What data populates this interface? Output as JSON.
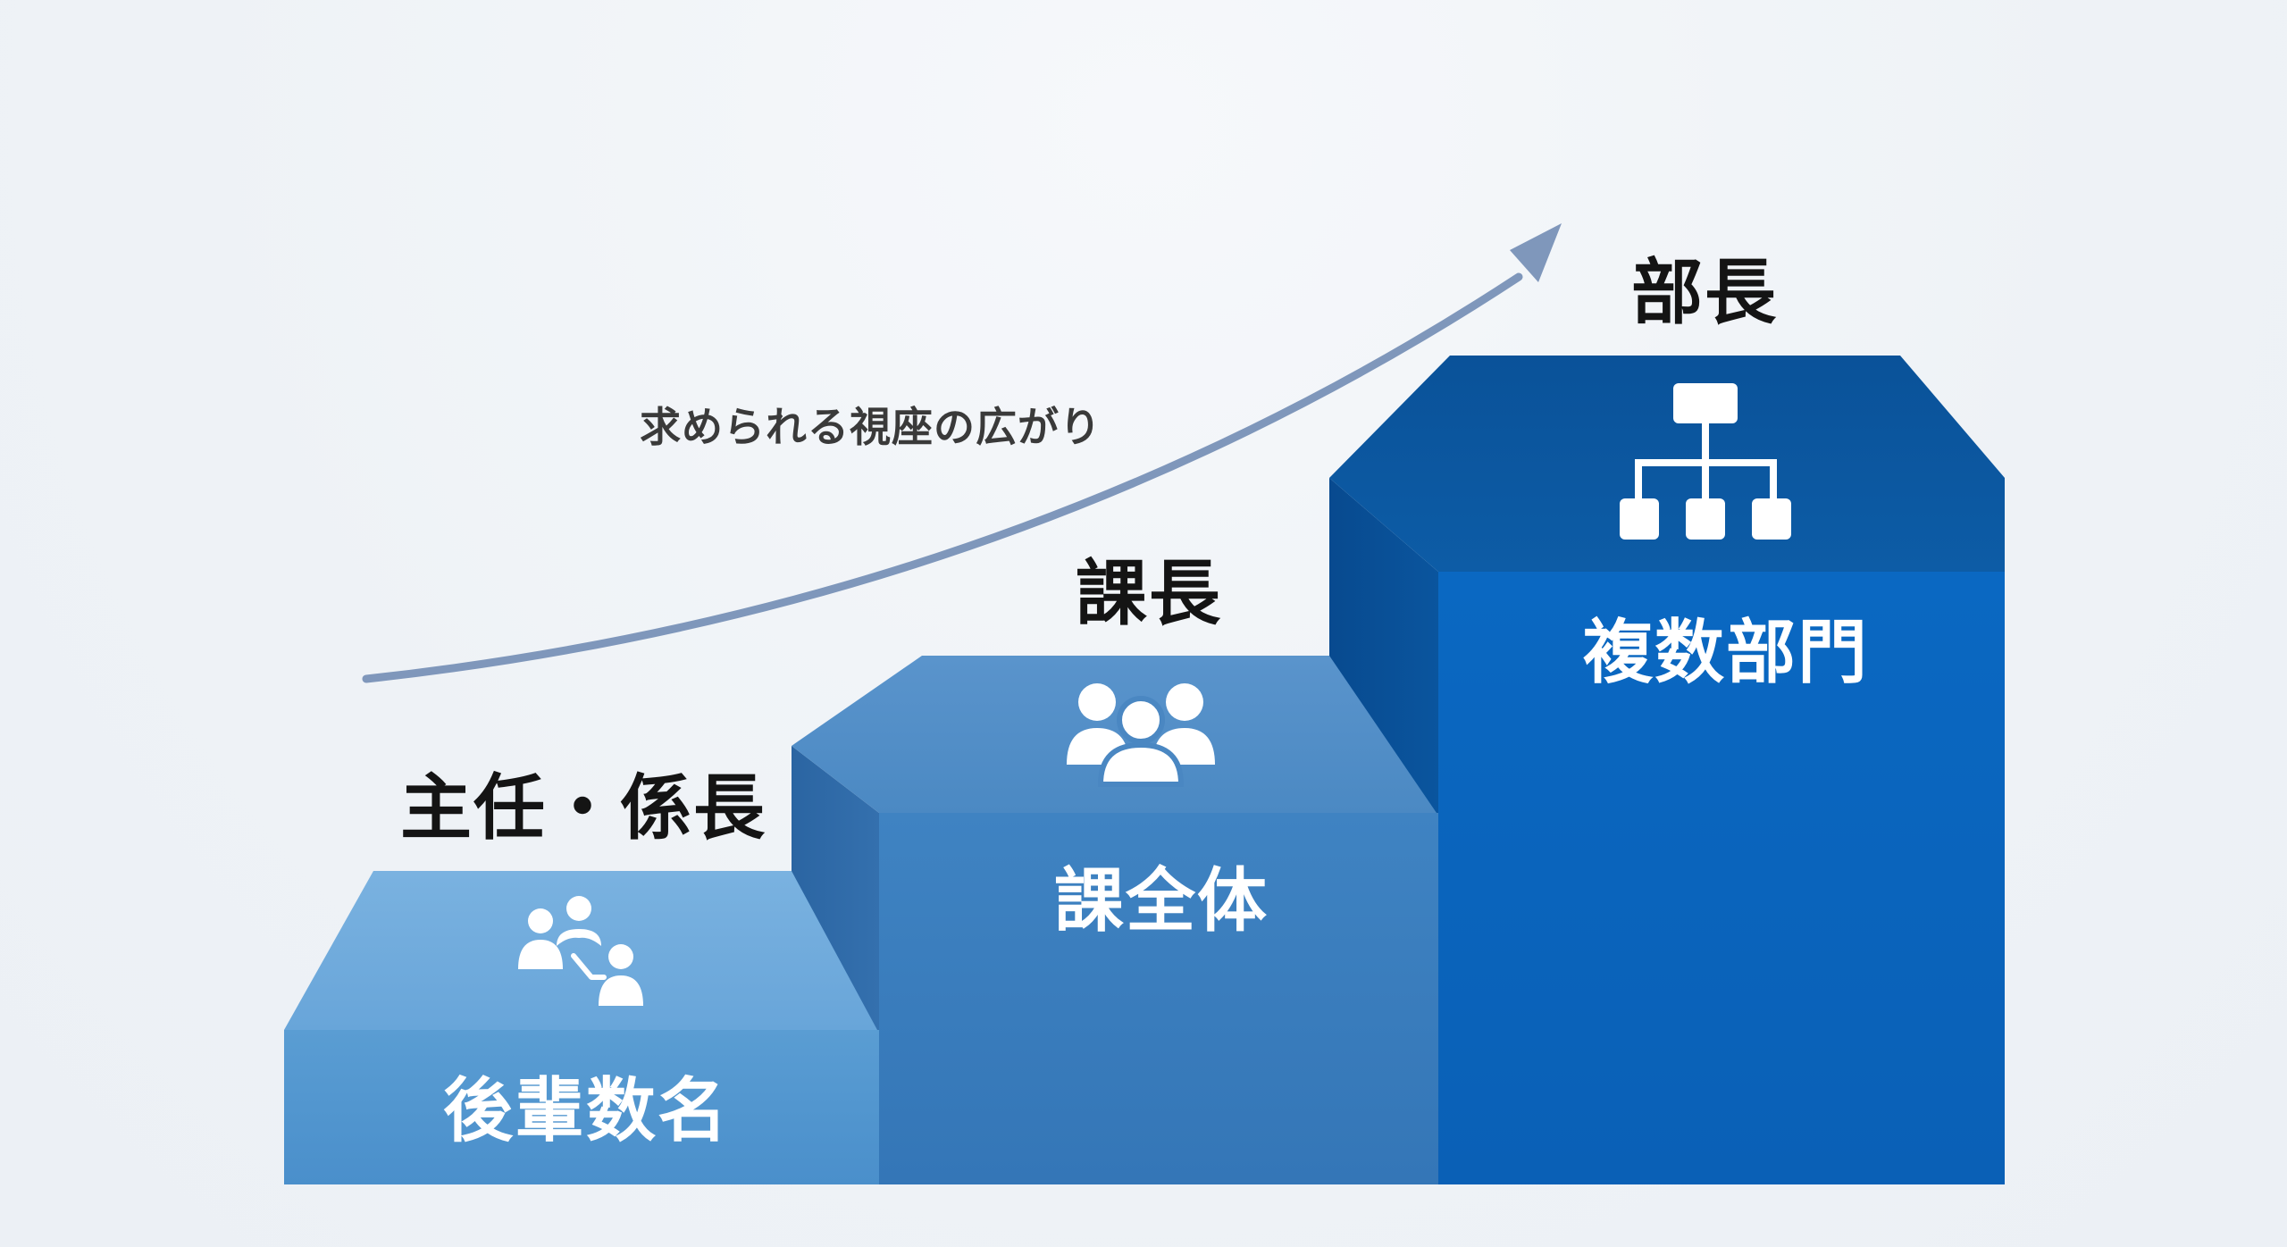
{
  "arrow_caption": "求められる視座の広がり",
  "levels": [
    {
      "title": "主任・係長",
      "scope": "後輩数名",
      "icon": "team-link-icon",
      "colors": {
        "top": "#72abdd",
        "front": "#5397d0",
        "side": "#3f7fba"
      }
    },
    {
      "title": "課長",
      "scope": "課全体",
      "icon": "group-icon",
      "colors": {
        "top": "#4f8cc6",
        "front": "#3a7fbf",
        "side": "#2e6aa8"
      }
    },
    {
      "title": "部長",
      "scope": "複数部門",
      "icon": "org-chart-icon",
      "colors": {
        "top": "#0c57a0",
        "front": "#0866bf",
        "side": "#0a4f96"
      }
    }
  ],
  "arrow_color": "#7f97bb"
}
